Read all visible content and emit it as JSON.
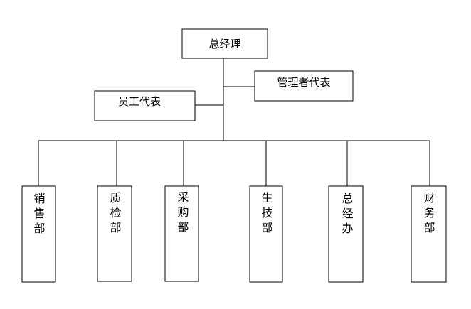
{
  "org_chart": {
    "root": {
      "label": "总经理"
    },
    "side_nodes": [
      {
        "label": "管理者代表"
      },
      {
        "label": "员工代表"
      }
    ],
    "departments": [
      {
        "label": "销售部"
      },
      {
        "label": "质检部"
      },
      {
        "label": "采购部"
      },
      {
        "label": "生技部"
      },
      {
        "label": "总经办"
      },
      {
        "label": "财务部"
      }
    ]
  }
}
